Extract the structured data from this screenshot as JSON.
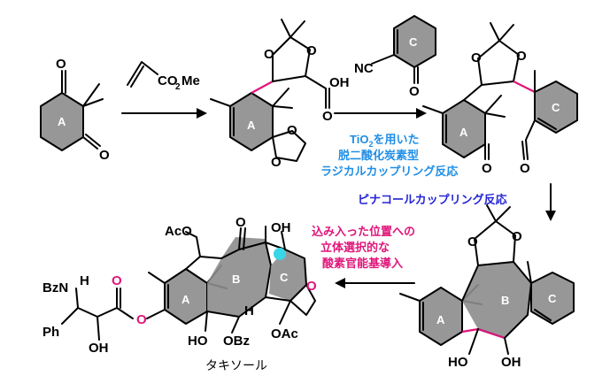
{
  "reagents": {
    "methyl_acrylate": "CO2Me",
    "co2": "CO",
    "co2_sub": "2",
    "co2_me": "Me",
    "carboxylic_oh": "OH",
    "nitrile": "NC"
  },
  "ring_labels": {
    "a": "A",
    "b": "B",
    "c": "C"
  },
  "atoms": {
    "o": "O",
    "oh": "OH",
    "ho": "HO",
    "h": "H",
    "aco": "AcO",
    "oac": "OAc",
    "obz": "OBz",
    "bzn": "BzN",
    "bzn_h": "H",
    "ph": "Ph"
  },
  "notes": {
    "step_radical_line1_a": "TiO",
    "step_radical_line1_sub": "2",
    "step_radical_line1_b": "を用いた",
    "step_radical_line2": "脱二酸化炭素型",
    "step_radical_line3": "ラジカルカップリング反応",
    "step_pinacol": "ピナコールカップリング反応",
    "step_oxygen_line1": "込み入った位置への",
    "step_oxygen_line2": "立体選択的な",
    "step_oxygen_line3": "酸素官能基導入"
  },
  "product_name": "タキソール",
  "colors": {
    "new_bond": "#e0157a",
    "note_blue": "#1f8ee6",
    "note_navy": "#2424d6",
    "note_pink": "#e0157a",
    "highlight": "#3ad6e6",
    "ring_fill": "#8c8c8c"
  }
}
